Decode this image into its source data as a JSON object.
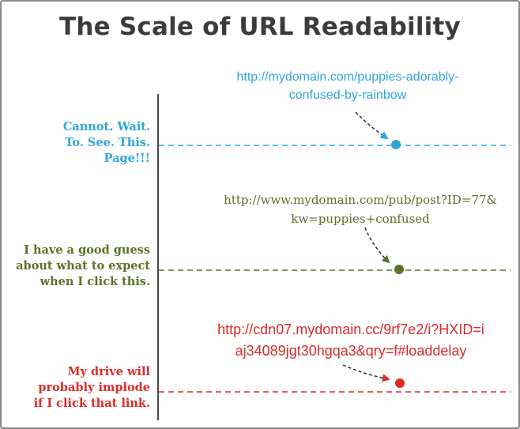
{
  "title": "The Scale of URL Readability",
  "rows": [
    {
      "label_lines": [
        "Cannot. Wait.",
        "To. See. This.",
        "Page!!!"
      ],
      "url_lines": [
        "http://mydomain.com/puppies-adorably-",
        "confused-by-rainbow"
      ],
      "color": "#2fa6d9"
    },
    {
      "label_lines": [
        "I have a good guess",
        "about what to expect",
        "when I click this."
      ],
      "url_lines": [
        "http://www.mydomain.com/pub/post?ID=77&",
        "kw=puppies+confused"
      ],
      "color": "#5d7127"
    },
    {
      "label_lines": [
        "My drive will",
        "probably implode",
        "if I click that link."
      ],
      "url_lines": [
        "http://cdn07.mydomain.cc/9rf7e2/i?HXID=i",
        "aj34089jgt30hgqa3&qry=f#loaddelay"
      ],
      "color": "#dd2a2a"
    }
  ]
}
